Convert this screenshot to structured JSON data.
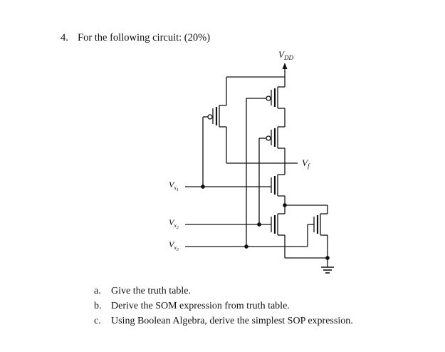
{
  "question": {
    "number": "4.",
    "text": "For the following circuit: (20%)"
  },
  "circuit": {
    "supply_label": "V",
    "supply_sub": "DD",
    "output_label": "V",
    "output_sub": "f",
    "inputs": [
      {
        "label": "V",
        "sub": "x",
        "subsub": "1"
      },
      {
        "label": "V",
        "sub": "x",
        "subsub": "2"
      },
      {
        "label": "V",
        "sub": "x",
        "subsub": "3"
      }
    ]
  },
  "parts": [
    {
      "letter": "a.",
      "text": "Give the truth table."
    },
    {
      "letter": "b.",
      "text": "Derive the SOM expression from truth table."
    },
    {
      "letter": "c.",
      "text": "Using Boolean Algebra, derive the simplest SOP expression."
    }
  ]
}
